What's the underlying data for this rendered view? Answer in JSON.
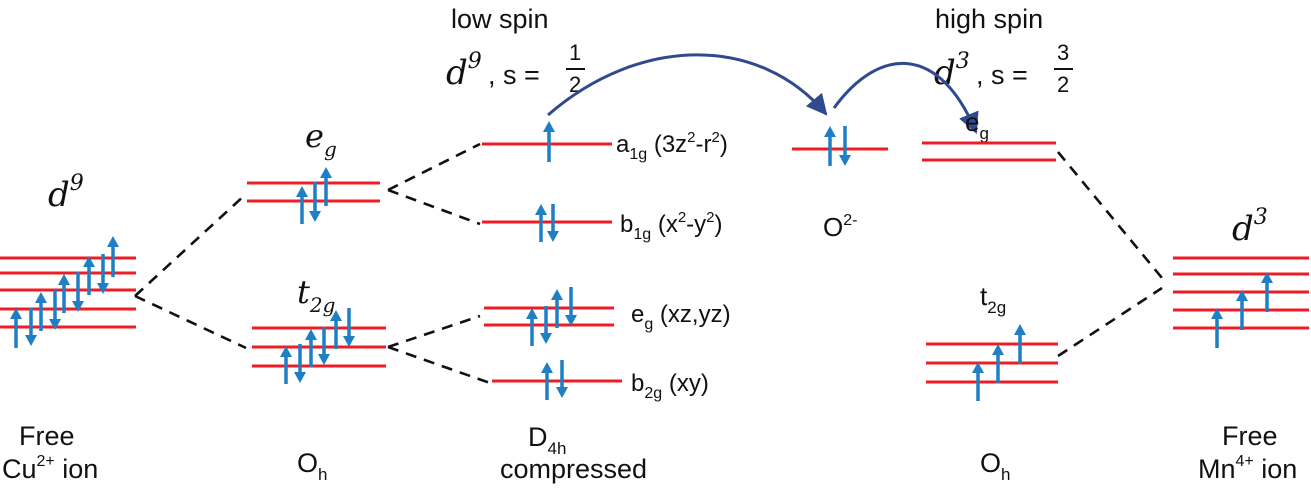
{
  "colors": {
    "level": "#ee1c25",
    "electron_arrow": "#1f7fc4",
    "exchange_arrow": "#2f4a8f",
    "text": "#111111"
  },
  "headers": {
    "low_spin": "low spin",
    "high_spin": "high spin",
    "low_config": "d",
    "low_config_sup": "9",
    "low_spin_value": ", s = ",
    "low_frac_num": "1",
    "low_frac_den": "2",
    "high_config": "d",
    "high_config_sup": "3",
    "high_spin_value": ", s = ",
    "high_frac_num": "3",
    "high_frac_den": "2"
  },
  "columns": {
    "cu_free": {
      "config": "d",
      "config_sup": "9",
      "caption_1": "Free",
      "caption_2_main": "Cu",
      "caption_2_sup": "2+",
      "caption_2_rest": " ion"
    },
    "cu_oh": {
      "eg_main": "e",
      "eg_sub": "g",
      "t2g_main": "t",
      "t2g_sub": "2g",
      "caption_main": "O",
      "caption_sub": "h"
    },
    "cu_d4h": {
      "caption_main": "D",
      "caption_sub": "4h",
      "caption_2": "compressed"
    },
    "oxygen": {
      "label_main": "O",
      "label_sup": "2-"
    },
    "mn_oh": {
      "eg_main": "e",
      "eg_sub": "g",
      "t2g_main": "t",
      "t2g_sub": "2g",
      "caption_main": "O",
      "caption_sub": "h"
    },
    "mn_free": {
      "config": "d",
      "config_sup": "3",
      "caption_1": "Free",
      "caption_2_main": "Mn",
      "caption_2_sup": "4+",
      "caption_2_rest": " ion"
    }
  },
  "d4h_levels": [
    {
      "main": "a",
      "sub": "1g",
      "paren_a": " (3z",
      "sup": "2",
      "paren_b": "-r",
      "sup2": "2",
      "paren_c": ")",
      "electrons": "up"
    },
    {
      "main": "b",
      "sub": "1g",
      "paren_a": " (x",
      "sup": "2",
      "paren_b": "-y",
      "sup2": "2",
      "paren_c": ")",
      "electrons": "pair"
    },
    {
      "main": "e",
      "sub": "g",
      "paren_a": " (xz,yz)",
      "sup": "",
      "paren_b": "",
      "sup2": "",
      "paren_c": "",
      "electrons": "two-pairs"
    },
    {
      "main": "b",
      "sub": "2g",
      "paren_a": " (xy)",
      "sup": "",
      "paren_b": "",
      "sup2": "",
      "paren_c": "",
      "electrons": "pair"
    }
  ],
  "occupancy": {
    "cu_free_electrons": 9,
    "cu_eg_electrons": 3,
    "cu_t2g_electrons": 6,
    "oxygen_electrons": 2,
    "mn_t2g_electrons": 3,
    "mn_eg_electrons": 0,
    "mn_free_electrons": 3
  }
}
